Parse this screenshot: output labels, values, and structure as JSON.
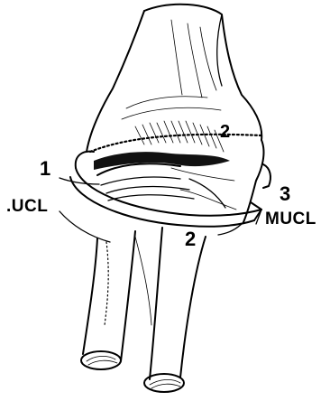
{
  "labels": {
    "num_1": "1",
    "ucl": ".UCL",
    "num_2": "2",
    "num_3": "3",
    "mucl": "MUCL",
    "num_2_dotted": "2"
  }
}
